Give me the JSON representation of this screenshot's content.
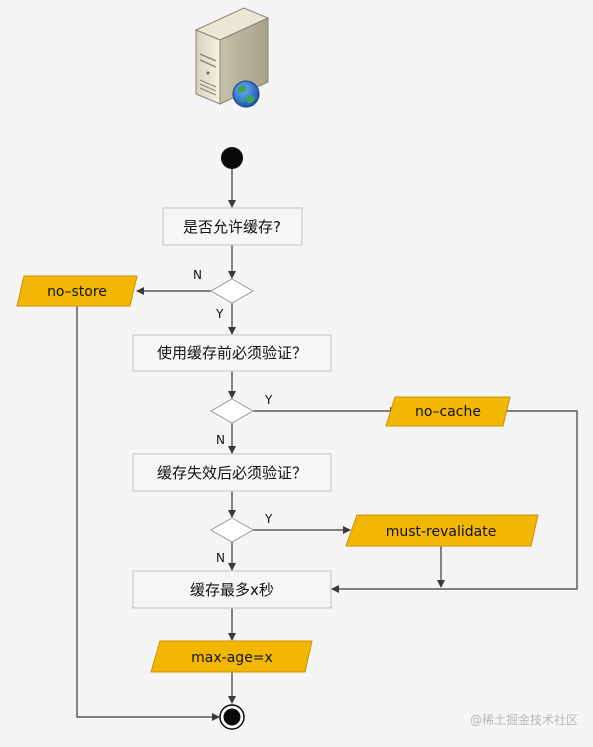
{
  "nodes": {
    "allow_cache": "是否允许缓存?",
    "must_validate_before_use": "使用缓存前必须验证？",
    "must_validate_after_expire": "缓存失效后必须验证？",
    "cache_max_seconds": "缓存最多x秒",
    "no_store": "no–store",
    "no_cache": "no–cache",
    "must_revalidate": "must-revalidate",
    "max_age": "max-age=x"
  },
  "edge_labels": {
    "no_1": "N",
    "yes_1": "Y",
    "yes_2": "Y",
    "no_2": "N",
    "yes_3": "Y",
    "no_3": "N"
  },
  "watermark": "@稀土掘金技术社区"
}
